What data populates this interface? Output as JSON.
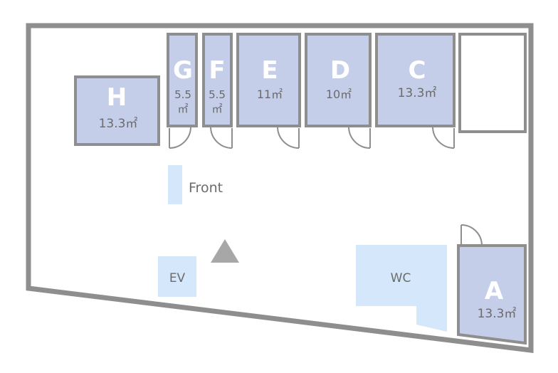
{
  "rooms": {
    "h": {
      "letter": "H",
      "area": "13.3㎡"
    },
    "g": {
      "letter": "G",
      "area_line1": "5.5",
      "area_line2": "㎡"
    },
    "f": {
      "letter": "F",
      "area_line1": "5.5",
      "area_line2": "㎡"
    },
    "e": {
      "letter": "E",
      "area": "11㎡"
    },
    "d": {
      "letter": "D",
      "area": "10㎡"
    },
    "c": {
      "letter": "C",
      "area": "13.3㎡"
    },
    "a": {
      "letter": "A",
      "area": "13.3㎡"
    }
  },
  "labels": {
    "front": "Front",
    "ev": "EV",
    "wc": "WC"
  },
  "colors": {
    "room_fill": "#c5cee9",
    "wall": "#8e8e8e",
    "zone_fill": "#d5e7fa",
    "marker": "#a7a7a7"
  }
}
